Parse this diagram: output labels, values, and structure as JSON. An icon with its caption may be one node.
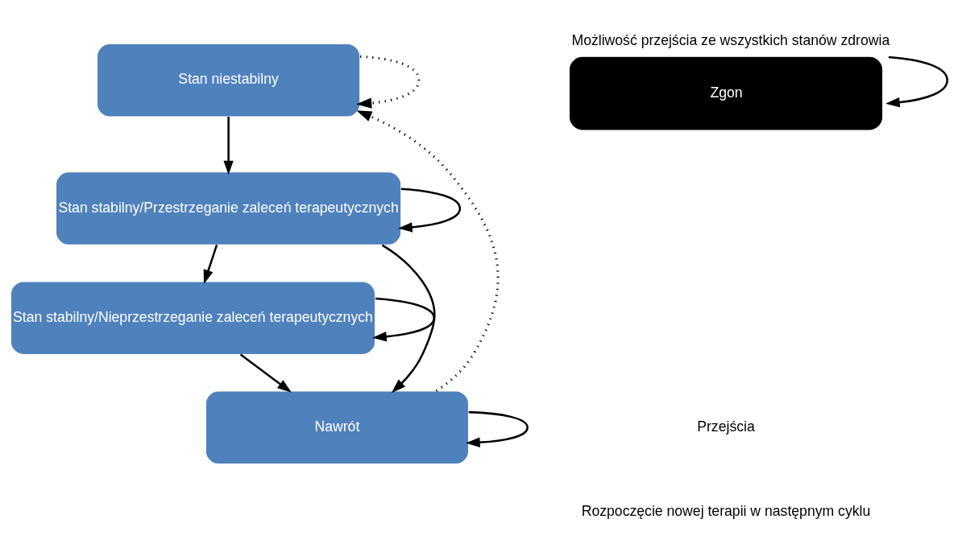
{
  "diagram": {
    "nodes": [
      {
        "text": [
          "Stan niestabilny"
        ]
      },
      {
        "text": [
          "Stan stabilny/Przestrzeganie zaleceń terapeutycznych"
        ]
      },
      {
        "text": [
          "Stan stabilny/Nieprzestrzeganie zaleceń terapeutycznych"
        ]
      },
      {
        "text": [
          "Nawrót"
        ]
      },
      {
        "text": [
          "Zgon"
        ],
        "beside": [
          "Możliwość przejścia ze wszystkich stanów zdrowia"
        ]
      }
    ],
    "edges": [
      {
        "from": 0,
        "to": 0,
        "arrow": "to",
        "style": "dashed"
      },
      {
        "from": 0,
        "to": 1,
        "arrow": "to"
      },
      {
        "from": 1,
        "to": 1,
        "arrow": "to"
      },
      {
        "from": 1,
        "to": 2,
        "arrow": "to"
      },
      {
        "from": 1,
        "to": 3,
        "arrow": "to"
      },
      {
        "from": 2,
        "to": 2,
        "arrow": "to"
      },
      {
        "from": 2,
        "to": 3,
        "arrow": "to"
      },
      {
        "from": 3,
        "to": 3,
        "arrow": "to"
      },
      {
        "from": 3,
        "to": 0,
        "arrow": "to",
        "style": "dashed"
      },
      {
        "from": 4,
        "to": 4,
        "arrow": "to"
      }
    ],
    "legend": [
      {
        "text": "Przejścia"
      },
      {
        "text": "Rozpoczęcie nowej terapii w następnym cyklu"
      }
    ]
  }
}
